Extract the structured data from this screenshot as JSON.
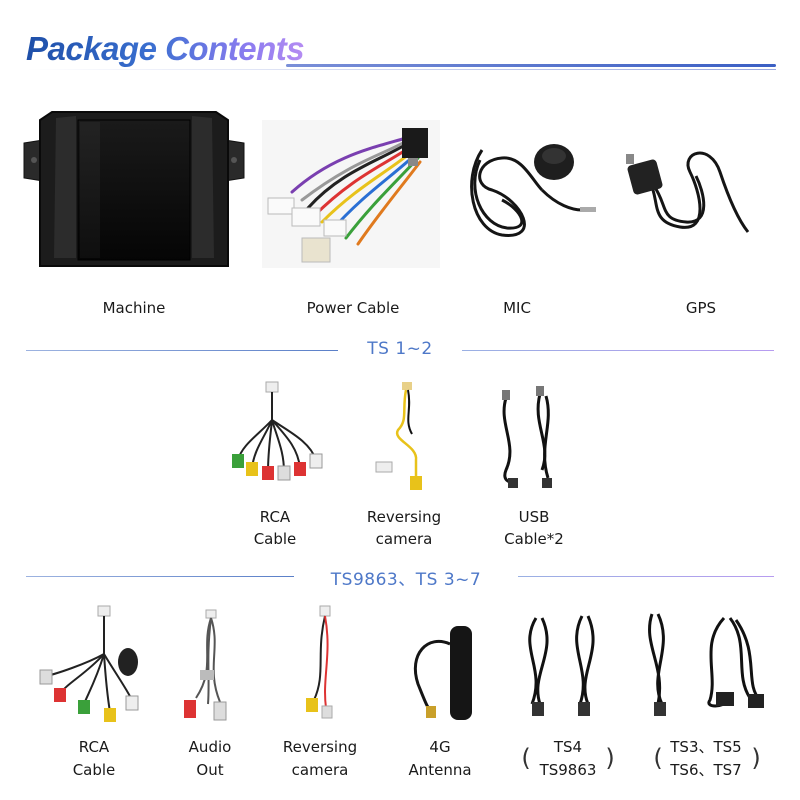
{
  "page": {
    "title": "Package Contents",
    "accent_color": "#4e78c8"
  },
  "top_items": [
    {
      "label": "Machine"
    },
    {
      "label": "Power Cable"
    },
    {
      "label": "MIC"
    },
    {
      "label": "GPS"
    }
  ],
  "section_ts12": {
    "heading": "TS 1~2",
    "items": [
      {
        "line1": "RCA",
        "line2": "Cable"
      },
      {
        "line1": "Reversing",
        "line2": "camera"
      },
      {
        "line1": "USB",
        "line2": "Cable*2"
      }
    ]
  },
  "section_ts37": {
    "heading": "TS9863、TS 3~7",
    "items": [
      {
        "line1": "RCA",
        "line2": "Cable"
      },
      {
        "line1": "Audio",
        "line2": "Out"
      },
      {
        "line1": "Reversing",
        "line2": "camera"
      },
      {
        "line1": "4G",
        "line2": "Antenna"
      },
      {
        "line1": "TS4",
        "line2": "TS9863"
      },
      {
        "line1": "TS3、TS5",
        "line2": "TS6、TS7"
      }
    ],
    "bracket_open": "(",
    "bracket_close": ")"
  }
}
